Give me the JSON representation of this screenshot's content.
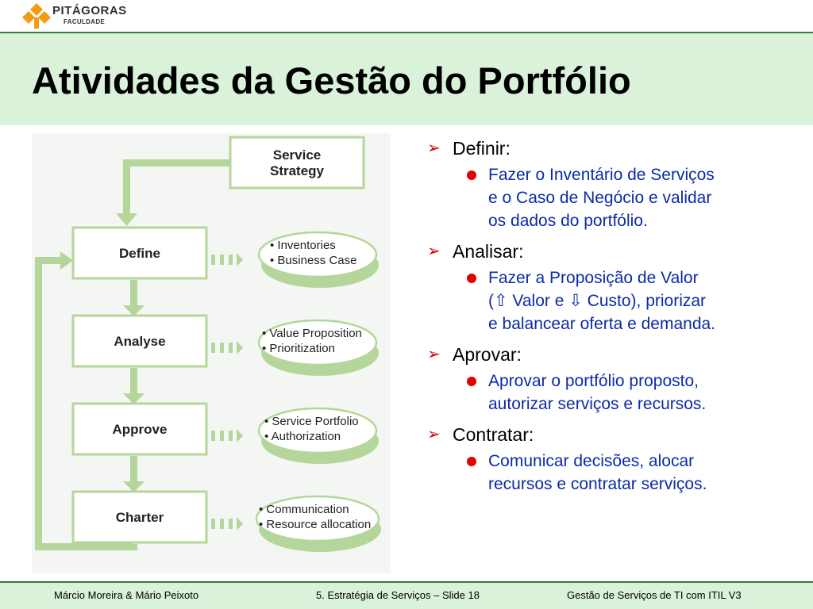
{
  "logo": {
    "name": "PITÁGORAS",
    "sub": "FACULDADE"
  },
  "title": "Atividades da Gestão do Portfólio",
  "diagram": {
    "strategy": [
      "Service",
      "Strategy"
    ],
    "steps": [
      {
        "label": "Define",
        "items": [
          "• Inventories",
          "• Business Case"
        ]
      },
      {
        "label": "Analyse",
        "items": [
          "• Value Proposition",
          "• Prioritization"
        ]
      },
      {
        "label": "Approve",
        "items": [
          "• Service Portfolio",
          "• Authorization"
        ]
      },
      {
        "label": "Charter",
        "items": [
          "• Communication",
          "• Resource allocation"
        ]
      }
    ]
  },
  "sections": [
    {
      "heading": "Definir:",
      "lines": [
        "Fazer o Inventário de Serviços",
        "e o Caso de Negócio e validar",
        "os dados do portfólio."
      ]
    },
    {
      "heading": "Analisar:",
      "lines": [
        "Fazer a Proposição de Valor",
        "(⇧ Valor e ⇩ Custo), priorizar",
        "e balancear oferta e demanda."
      ]
    },
    {
      "heading": "Aprovar:",
      "lines": [
        "Aprovar o portfólio proposto,",
        "autorizar serviços e recursos."
      ]
    },
    {
      "heading": "Contratar:",
      "lines": [
        "Comunicar decisões, alocar",
        "recursos e contratar serviços."
      ]
    }
  ],
  "footer": {
    "left": "Márcio Moreira & Mário Peixoto",
    "middle": "5. Estratégia de Serviços – Slide 18",
    "right": "Gestão de Serviços de TI com ITIL V3"
  },
  "colors": {
    "title_band": "#d9f2d9",
    "accent_green": "#3a7a3a",
    "arrow_green": "#b5d69a",
    "bullet_red": "#e40000",
    "body_blue": "#0b2aa8"
  }
}
